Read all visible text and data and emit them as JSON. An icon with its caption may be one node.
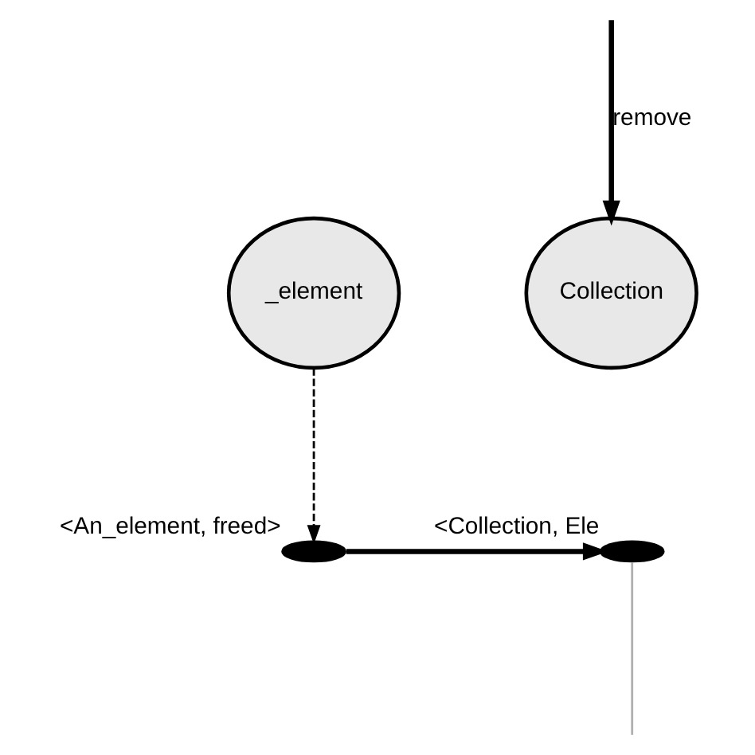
{
  "diagram": {
    "nodes": [
      {
        "text": [
          "_element"
        ]
      },
      {
        "text": [
          "Collection"
        ]
      },
      {
        "text": [],
        "shape": "ellipse",
        "beside": [
          "<An_element, freed>"
        ]
      },
      {
        "text": [],
        "shape": "ellipse",
        "beside": [
          "<Collection, Ele"
        ]
      }
    ],
    "edges": [
      {
        "from": 0,
        "to": 2,
        "arrow": "to",
        "style": "dashed"
      },
      {
        "from": 2,
        "to": 3,
        "arrow": "to",
        "style": "thick"
      },
      {
        "from": 3,
        "to": null,
        "arrow": "none",
        "color": "#b0b0b0"
      },
      {
        "from": null,
        "to": 1,
        "arrow": "to",
        "style": "thick",
        "label": "remove"
      }
    ]
  }
}
